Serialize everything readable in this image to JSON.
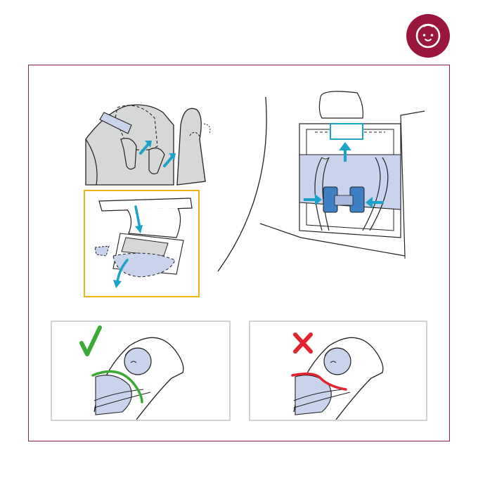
{
  "colors": {
    "badge": "#99173c",
    "frame": "#8a1e46",
    "arrow": "#1ba3c9",
    "highlight_fill": "#c9d3ec",
    "seat_fill": "#d6d8d8",
    "inset_border": "#f1b11a",
    "panel_border": "#d0d2d3",
    "ok_mark": "#3aaa35",
    "bad_mark": "#e52330"
  },
  "icons": {
    "badge": "baby-face-icon",
    "ok": "check-mark-icon",
    "bad": "cross-mark-icon"
  },
  "steps": {
    "top_left": "fold-headrest-wings-illustration",
    "inset": "release-lever-detail-illustration",
    "top_right": "remove-insert-illustration",
    "bottom_left": "correct-baby-position-illustration",
    "bottom_right": "incorrect-baby-position-illustration"
  }
}
